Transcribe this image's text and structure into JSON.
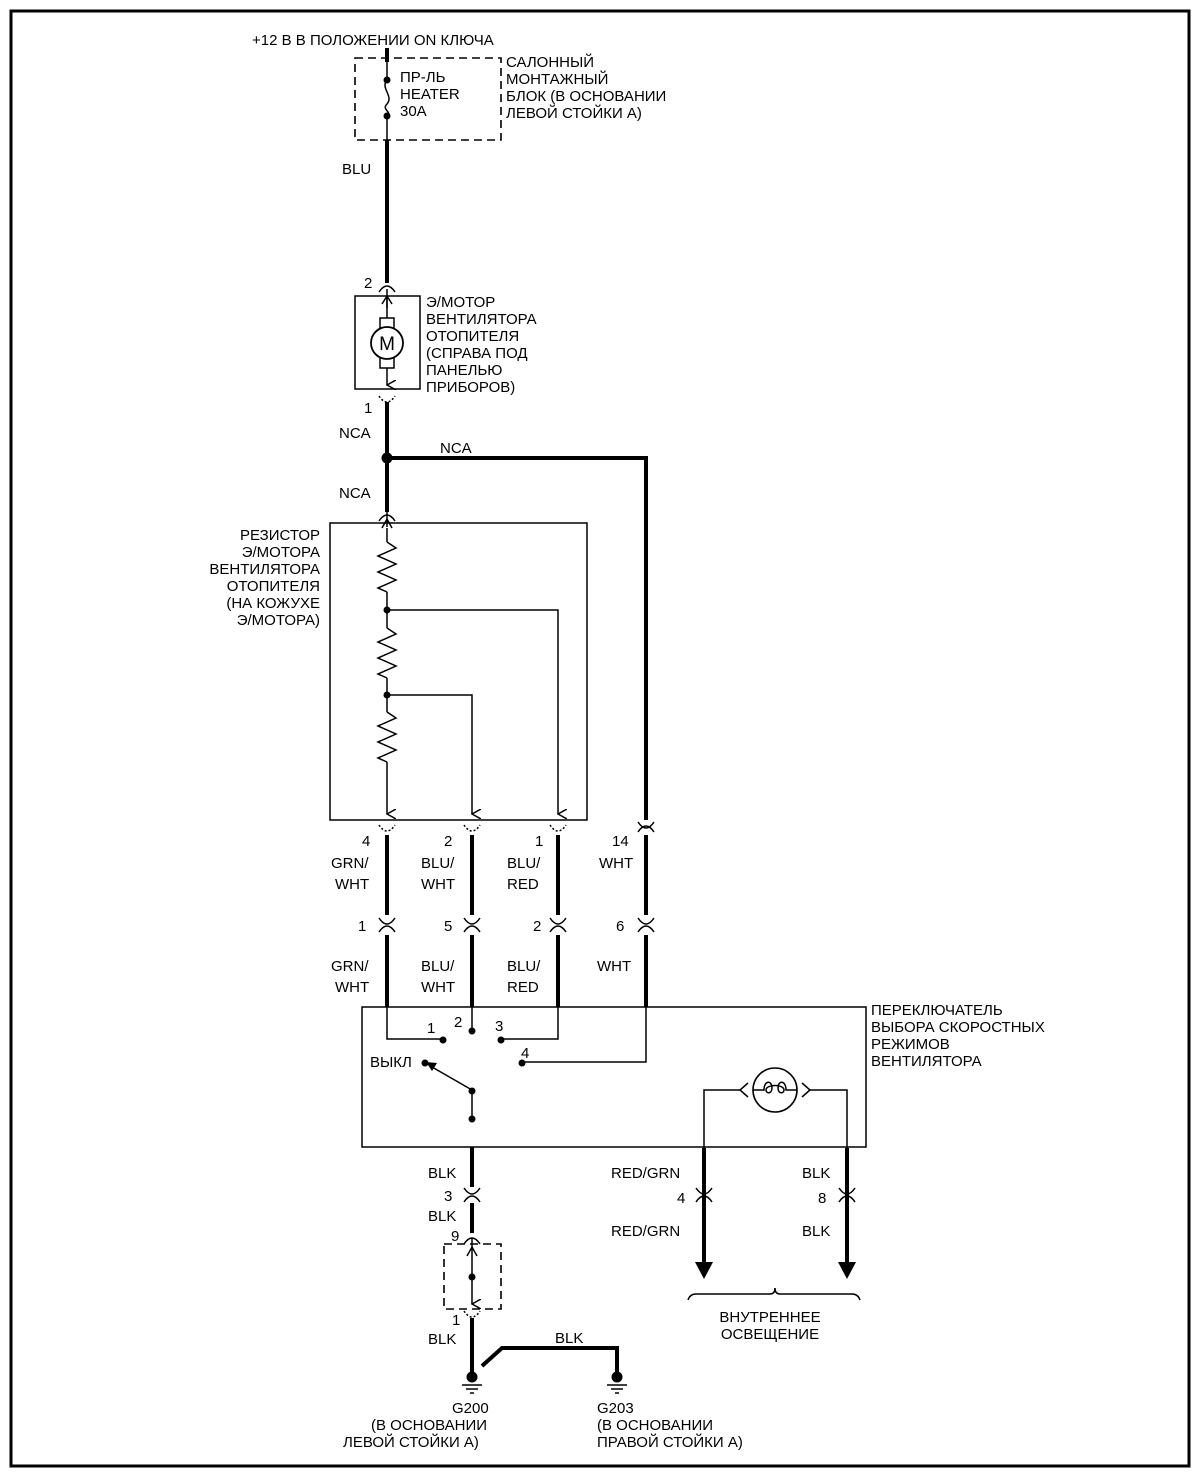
{
  "supply": {
    "label": "+12 В В ПОЛОЖЕНИИ  ON КЛЮЧА"
  },
  "fuse_block": {
    "fuse_lines": [
      "ПР-ЛЬ",
      "HEATER",
      "30A"
    ],
    "block_lines": [
      "САЛОННЫЙ",
      "МОНТАЖНЫЙ",
      "БЛОК (В ОСНОВАНИИ",
      "ЛЕВОЙ СТОЙКИ  А)"
    ]
  },
  "wire_blu": "BLU",
  "motor": {
    "pin_top": "2",
    "pin_bottom": "1",
    "symbol": "M",
    "lines": [
      "Э/МОТОР",
      "ВЕНТИЛЯТОРА",
      "ОТОПИТЕЛЯ",
      "(СПРАВА ПОД",
      "ПАНЕЛЬЮ",
      "ПРИБОРОВ)"
    ]
  },
  "wire_nca": "NCA",
  "resistor": {
    "lines": [
      "РЕЗИСТОР",
      "Э/МОТОРА",
      "ВЕНТИЛЯТОРА",
      "ОТОПИТЕЛЯ",
      "(НА КОЖУХЕ",
      "Э/МОТОРА)"
    ]
  },
  "upper_pins": [
    "4",
    "2",
    "1",
    "14"
  ],
  "upper_wires": [
    [
      "GRN/",
      "WHT"
    ],
    [
      "BLU/",
      "WHT"
    ],
    [
      "BLU/",
      "RED"
    ],
    [
      "WHT",
      ""
    ]
  ],
  "lower_pins": [
    "1",
    "5",
    "2",
    "6"
  ],
  "lower_wires": [
    [
      "GRN/",
      "WHT"
    ],
    [
      "BLU/",
      "WHT"
    ],
    [
      "BLU/",
      "RED"
    ],
    [
      "WHT",
      ""
    ]
  ],
  "switch": {
    "lines": [
      "ПЕРЕКЛЮЧАТЕЛЬ",
      "ВЫБОРА СКОРОСТНЫХ",
      "РЕЖИМОВ",
      "ВЕНТИЛЯТОРА"
    ],
    "positions": [
      "1",
      "2",
      "3",
      "4"
    ],
    "off_label": "ВЫКЛ"
  },
  "ground_wires": {
    "blk": "BLK",
    "pin3": "3",
    "pin9": "9",
    "pin1": "1"
  },
  "lamp_wires": {
    "left": "RED/GRN",
    "right": "BLK",
    "pin_left": "4",
    "pin_right": "8"
  },
  "interior_light": {
    "lines": [
      "ВНУТРЕННЕЕ",
      "ОСВЕЩЕНИЕ"
    ]
  },
  "grounds": [
    {
      "id": "G200",
      "lines": [
        "(В ОСНОВАНИИ",
        "ЛЕВОЙ СТОЙКИ  А)"
      ]
    },
    {
      "id": "G203",
      "lines": [
        "(В ОСНОВАНИИ",
        "ПРАВОЙ СТОЙКИ  А)"
      ]
    }
  ]
}
